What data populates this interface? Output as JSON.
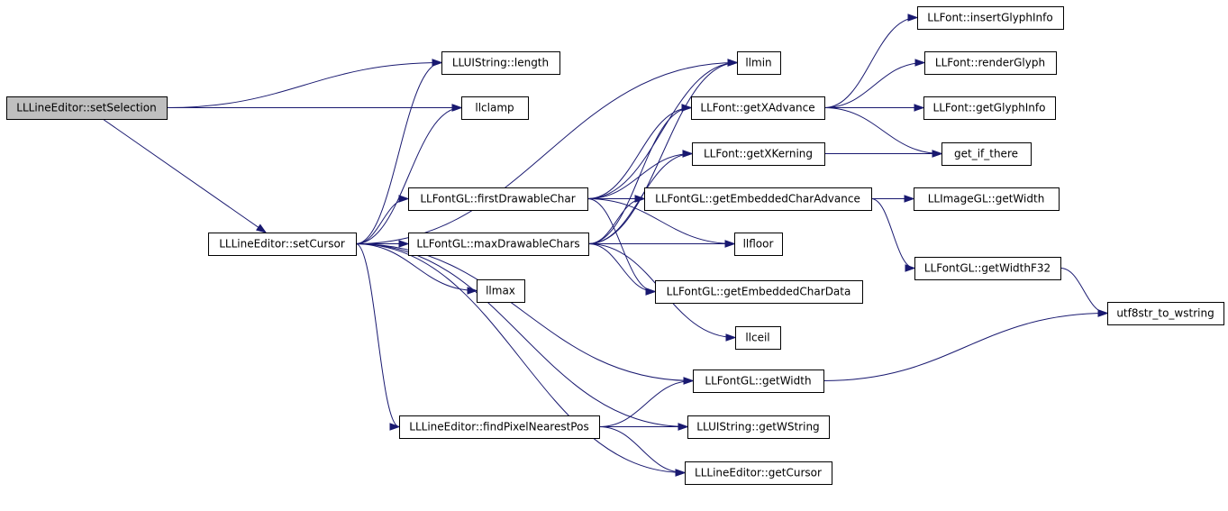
{
  "diagram": {
    "type": "call-graph",
    "colors": {
      "edge": "#191970",
      "root_fill": "#bfbfbf",
      "node_fill": "#ffffff",
      "border": "#000000"
    },
    "nodes": [
      {
        "id": "setSelection",
        "label": "LLLineEditor::setSelection",
        "root": true
      },
      {
        "id": "length",
        "label": "LLUIString::length"
      },
      {
        "id": "llclamp",
        "label": "llclamp"
      },
      {
        "id": "setCursor",
        "label": "LLLineEditor::setCursor"
      },
      {
        "id": "llmin",
        "label": "llmin"
      },
      {
        "id": "firstDrawableChar",
        "label": "LLFontGL::firstDrawableChar"
      },
      {
        "id": "maxDrawableChars",
        "label": "LLFontGL::maxDrawableChars"
      },
      {
        "id": "llmax",
        "label": "llmax"
      },
      {
        "id": "findPixelNearestPos",
        "label": "LLLineEditor::findPixelNearestPos"
      },
      {
        "id": "getXAdvance",
        "label": "LLFont::getXAdvance"
      },
      {
        "id": "getXKerning",
        "label": "LLFont::getXKerning"
      },
      {
        "id": "getEmbeddedCharAdvance",
        "label": "LLFontGL::getEmbeddedCharAdvance"
      },
      {
        "id": "llfloor",
        "label": "llfloor"
      },
      {
        "id": "getEmbeddedCharData",
        "label": "LLFontGL::getEmbeddedCharData"
      },
      {
        "id": "llceil",
        "label": "llceil"
      },
      {
        "id": "getWidth",
        "label": "LLFontGL::getWidth"
      },
      {
        "id": "getWString",
        "label": "LLUIString::getWString"
      },
      {
        "id": "getCursor",
        "label": "LLLineEditor::getCursor"
      },
      {
        "id": "insertGlyphInfo",
        "label": "LLFont::insertGlyphInfo"
      },
      {
        "id": "renderGlyph",
        "label": "LLFont::renderGlyph"
      },
      {
        "id": "getGlyphInfo",
        "label": "LLFont::getGlyphInfo"
      },
      {
        "id": "get_if_there",
        "label": "get_if_there"
      },
      {
        "id": "imageGetWidth",
        "label": "LLImageGL::getWidth"
      },
      {
        "id": "getWidthF32",
        "label": "LLFontGL::getWidthF32"
      },
      {
        "id": "utf8str_to_wstring",
        "label": "utf8str_to_wstring"
      }
    ],
    "edges": [
      [
        "setSelection",
        "length"
      ],
      [
        "setSelection",
        "llclamp"
      ],
      [
        "setSelection",
        "setCursor"
      ],
      [
        "setCursor",
        "length"
      ],
      [
        "setCursor",
        "llclamp"
      ],
      [
        "setCursor",
        "llmin"
      ],
      [
        "setCursor",
        "firstDrawableChar"
      ],
      [
        "setCursor",
        "maxDrawableChars"
      ],
      [
        "setCursor",
        "llmax"
      ],
      [
        "setCursor",
        "getWidth"
      ],
      [
        "setCursor",
        "findPixelNearestPos"
      ],
      [
        "setCursor",
        "getWString"
      ],
      [
        "setCursor",
        "getCursor"
      ],
      [
        "firstDrawableChar",
        "llmin"
      ],
      [
        "firstDrawableChar",
        "getXAdvance"
      ],
      [
        "firstDrawableChar",
        "getXKerning"
      ],
      [
        "firstDrawableChar",
        "getEmbeddedCharAdvance"
      ],
      [
        "firstDrawableChar",
        "llfloor"
      ],
      [
        "firstDrawableChar",
        "getEmbeddedCharData"
      ],
      [
        "maxDrawableChars",
        "llmin"
      ],
      [
        "maxDrawableChars",
        "getXAdvance"
      ],
      [
        "maxDrawableChars",
        "getXKerning"
      ],
      [
        "maxDrawableChars",
        "getEmbeddedCharAdvance"
      ],
      [
        "maxDrawableChars",
        "llfloor"
      ],
      [
        "maxDrawableChars",
        "getEmbeddedCharData"
      ],
      [
        "maxDrawableChars",
        "llceil"
      ],
      [
        "findPixelNearestPos",
        "getWidth"
      ],
      [
        "findPixelNearestPos",
        "getWString"
      ],
      [
        "findPixelNearestPos",
        "getCursor"
      ],
      [
        "getXAdvance",
        "insertGlyphInfo"
      ],
      [
        "getXAdvance",
        "renderGlyph"
      ],
      [
        "getXAdvance",
        "getGlyphInfo"
      ],
      [
        "getXAdvance",
        "get_if_there"
      ],
      [
        "getXKerning",
        "get_if_there"
      ],
      [
        "getEmbeddedCharAdvance",
        "imageGetWidth"
      ],
      [
        "getEmbeddedCharAdvance",
        "getWidthF32"
      ],
      [
        "getWidthF32",
        "utf8str_to_wstring"
      ],
      [
        "getWidth",
        "utf8str_to_wstring"
      ]
    ]
  }
}
